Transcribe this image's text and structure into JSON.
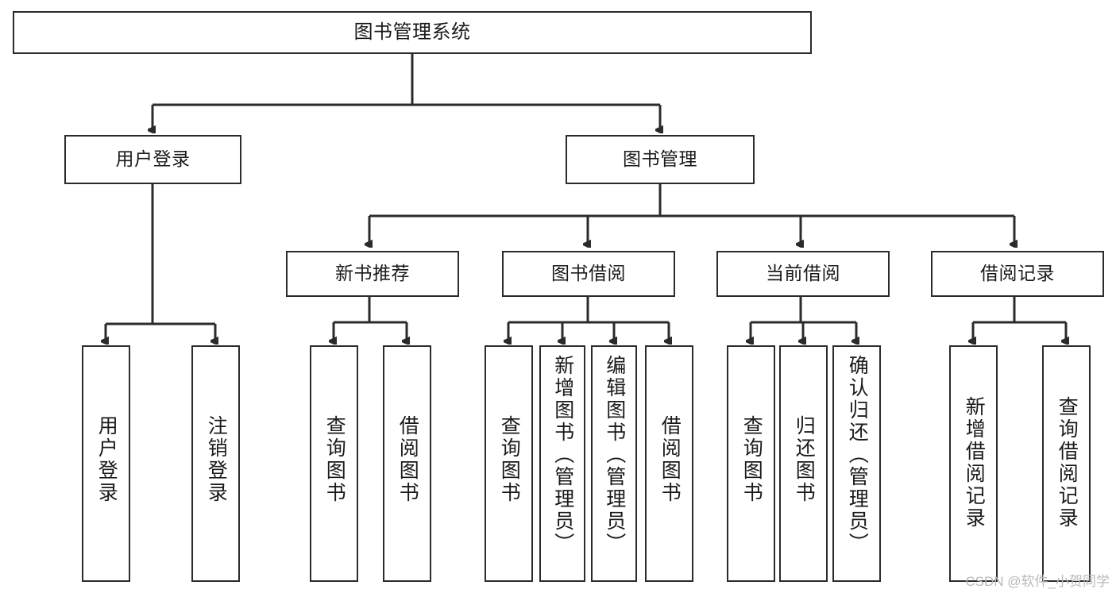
{
  "diagram": {
    "title": "图书管理系统",
    "type": "tree-hierarchy",
    "colors": {
      "stroke": "#2b2b2b",
      "fill": "#ffffff",
      "text": "#1a1a1a",
      "watermark": "#b9b9b9"
    },
    "watermark": "CSDN @软件_小贺同学",
    "nodes": {
      "root": {
        "label": "图书管理系统",
        "level": 0
      },
      "l1": [
        {
          "id": "user-login",
          "label": "用户登录",
          "level": 1
        },
        {
          "id": "book-manage",
          "label": "图书管理",
          "level": 1
        }
      ],
      "l2": [
        {
          "id": "new-book-rec",
          "label": "新书推荐",
          "level": 2,
          "parent": "book-manage"
        },
        {
          "id": "book-borrow",
          "label": "图书借阅",
          "level": 2,
          "parent": "book-manage"
        },
        {
          "id": "current-borrow",
          "label": "当前借阅",
          "level": 2,
          "parent": "book-manage"
        },
        {
          "id": "borrow-record",
          "label": "借阅记录",
          "level": 2,
          "parent": "book-manage"
        }
      ],
      "leaves": [
        {
          "id": "leaf-user-login",
          "label": "用户登录",
          "parent": "user-login",
          "size": "short"
        },
        {
          "id": "leaf-user-logout",
          "label": "注销登录",
          "parent": "user-login",
          "size": "short"
        },
        {
          "id": "leaf-rec-query",
          "label": "查询图书",
          "parent": "new-book-rec",
          "size": "short"
        },
        {
          "id": "leaf-rec-borrow",
          "label": "借阅图书",
          "parent": "new-book-rec",
          "size": "short"
        },
        {
          "id": "leaf-borrow-query",
          "label": "查询图书",
          "parent": "book-borrow",
          "size": "short"
        },
        {
          "id": "leaf-borrow-add",
          "label": "新增图书（管理员）",
          "parent": "book-borrow",
          "size": "tall"
        },
        {
          "id": "leaf-borrow-edit",
          "label": "编辑图书（管理员）",
          "parent": "book-borrow",
          "size": "tall"
        },
        {
          "id": "leaf-borrow-lend",
          "label": "借阅图书",
          "parent": "book-borrow",
          "size": "short"
        },
        {
          "id": "leaf-cur-query",
          "label": "查询图书",
          "parent": "current-borrow",
          "size": "short"
        },
        {
          "id": "leaf-cur-return",
          "label": "归还图书",
          "parent": "current-borrow",
          "size": "short"
        },
        {
          "id": "leaf-cur-confirm",
          "label": "确认归还（管理员）",
          "parent": "current-borrow",
          "size": "tall"
        },
        {
          "id": "leaf-rec-add",
          "label": "新增借阅记录",
          "parent": "borrow-record",
          "size": "medium"
        },
        {
          "id": "leaf-rec-search",
          "label": "查询借阅记录",
          "parent": "borrow-record",
          "size": "medium"
        }
      ]
    }
  }
}
